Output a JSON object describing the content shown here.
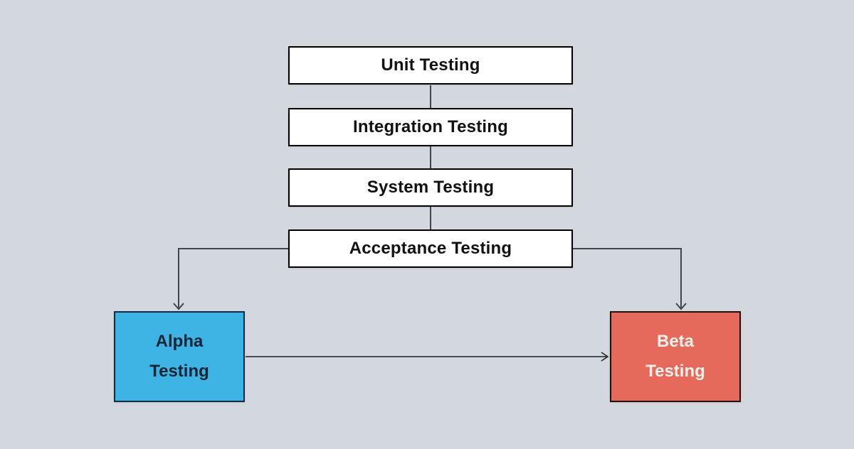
{
  "page": {
    "background_color": "#d3d7de"
  },
  "diagram": {
    "type": "flowchart",
    "nodes": {
      "unit": {
        "label": "Unit Testing",
        "fill": "#ffffff",
        "border": "#000000",
        "text_color": "#121212"
      },
      "integration": {
        "label": "Integration Testing",
        "fill": "#ffffff",
        "border": "#000000",
        "text_color": "#121212"
      },
      "system": {
        "label": "System Testing",
        "fill": "#ffffff",
        "border": "#000000",
        "text_color": "#121212"
      },
      "acceptance": {
        "label": "Acceptance Testing",
        "fill": "#ffffff",
        "border": "#000000",
        "text_color": "#121212"
      },
      "alpha": {
        "label": "Alpha Testing",
        "fill": "#3eb4e4",
        "border": "#0f2d44",
        "text_color": "#0f2536"
      },
      "beta": {
        "label": "Beta Testing",
        "fill": "#e66a5c",
        "border": "#27100c",
        "text_color": "#f9f1ea"
      }
    },
    "edges": [
      {
        "from": "unit",
        "to": "integration",
        "style": "plain-line"
      },
      {
        "from": "integration",
        "to": "system",
        "style": "plain-line"
      },
      {
        "from": "system",
        "to": "acceptance",
        "style": "plain-line"
      },
      {
        "from": "acceptance",
        "to": "alpha",
        "style": "elbow-arrow"
      },
      {
        "from": "acceptance",
        "to": "beta",
        "style": "elbow-arrow"
      },
      {
        "from": "alpha",
        "to": "beta",
        "style": "straight-arrow"
      }
    ],
    "colors": {
      "plain_line": "#141414",
      "elbow_connector": "#3f4549",
      "straight_arrow": "#1e1e1e"
    }
  }
}
